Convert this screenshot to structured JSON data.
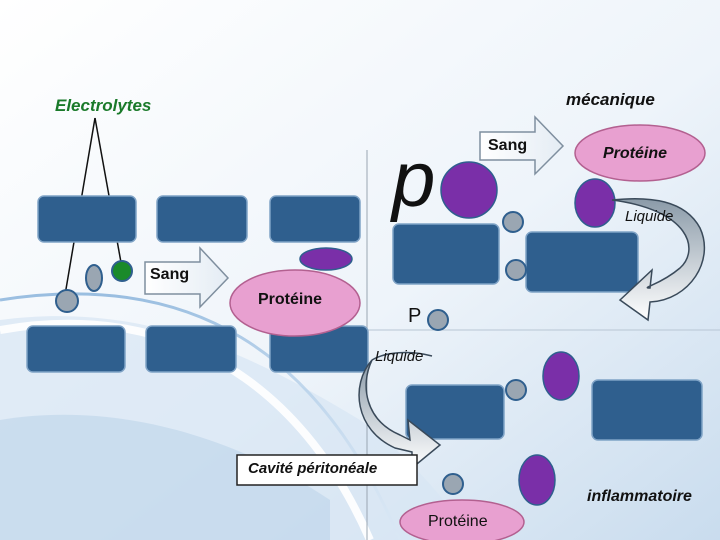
{
  "labels": {
    "electrolytes": "Electrolytes",
    "mecanique": "mécanique",
    "p_big": "p",
    "p_small": "P",
    "sang_top": "Sang",
    "sang_left": "Sang",
    "proteine_top": "Protéine",
    "proteine_mid": "Protéine",
    "proteine_bottom": "Protéine",
    "liquide_top": "Liquide",
    "liquide_mid": "Liquide",
    "cavite": "Cavité péritonéale",
    "inflammatoire": "inflammatoire"
  },
  "colors": {
    "cell_blue": "#2f5f8e",
    "protein_purple": "#7a2fa8",
    "protein_pink": "#e8a0d0",
    "ion_grey": "#9aa6b2",
    "ion_green": "#1a8a2a",
    "electrolytes_text": "#1a7a2a"
  }
}
